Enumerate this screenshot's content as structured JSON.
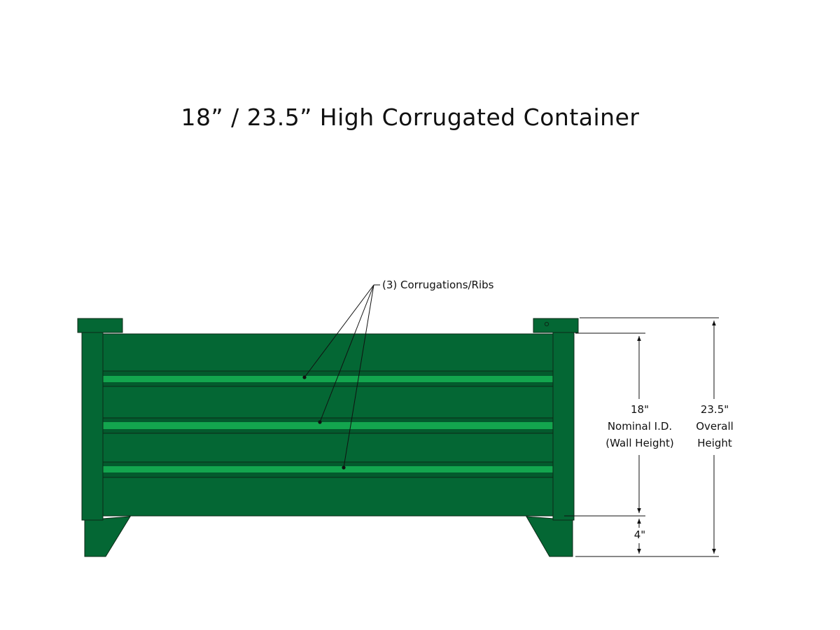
{
  "title": "18” / 23.5” High Corrugated Container",
  "callout": {
    "label": "(3) Corrugations/Ribs"
  },
  "dimensions": {
    "wall_height": {
      "lines": [
        "18\"",
        "Nominal I.D.",
        "(Wall Height)"
      ]
    },
    "overall_height": {
      "lines": [
        "23.5\"",
        "Overall",
        "Height"
      ]
    },
    "leg_height": {
      "label": "4\""
    }
  },
  "colors": {
    "body": "#046734",
    "rib_highlight": "#13a54e",
    "rib_dark": "#034d27",
    "outline": "#0c2a17",
    "ink": "#111111"
  }
}
